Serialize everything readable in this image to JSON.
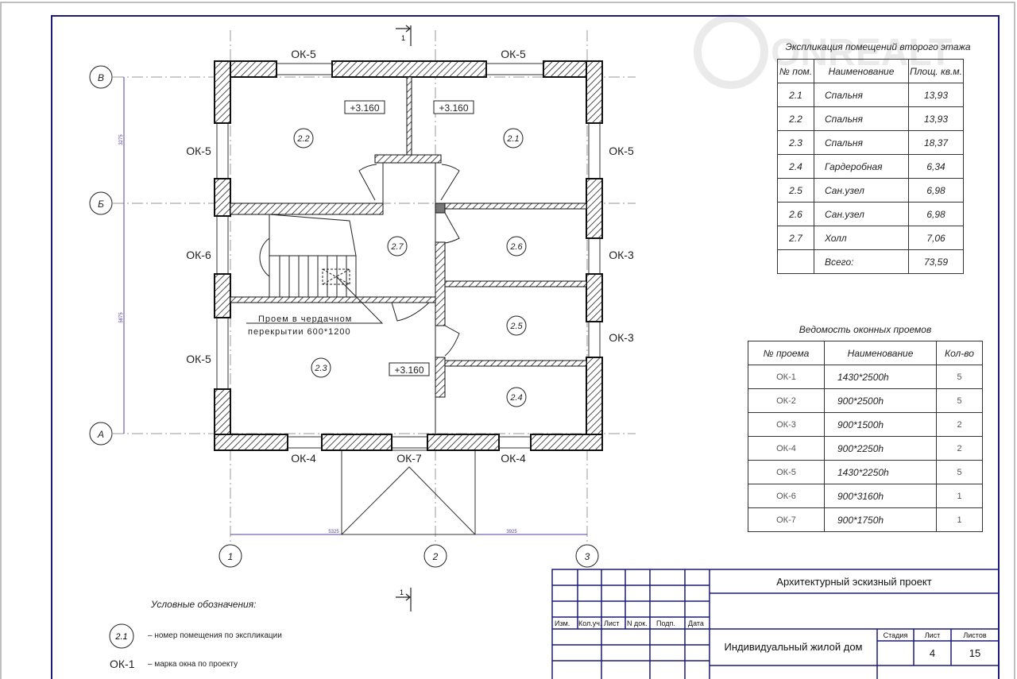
{
  "watermark": "ONREALT",
  "plan": {
    "axes_letters": [
      "В",
      "Б",
      "А"
    ],
    "axes_numbers": [
      "1",
      "2",
      "3"
    ],
    "dims_horizontal": [
      "5325",
      "3925"
    ],
    "dims_vertical": [
      "3275",
      "5875"
    ],
    "section_mark": "1",
    "window_labels": {
      "top_left": "ОК-5",
      "top_right": "ОК-5",
      "left_1": "ОК-5",
      "left_2": "ОК-6",
      "left_3": "ОК-5",
      "right_1": "ОК-5",
      "right_2": "ОК-3",
      "right_3": "ОК-3",
      "bottom_left": "ОК-4",
      "bottom_mid": "ОК-7",
      "bottom_right": "ОК-4"
    },
    "levels": [
      "+3.160",
      "+3.160",
      "+3.160"
    ],
    "rooms": [
      "2.1",
      "2.2",
      "2.3",
      "2.4",
      "2.5",
      "2.6",
      "2.7"
    ],
    "opening_note_1": "Проем в чердачном",
    "opening_note_2": "перекрытии 600*1200"
  },
  "rooms_table": {
    "title": "Экспликация помещений второго этажа",
    "headers": [
      "№ пом.",
      "Наименование",
      "Площ. кв.м."
    ],
    "rows": [
      [
        "2.1",
        "Спальня",
        "13,93"
      ],
      [
        "2.2",
        "Спальня",
        "13,93"
      ],
      [
        "2.3",
        "Спальня",
        "18,37"
      ],
      [
        "2.4",
        "Гардеробная",
        "6,34"
      ],
      [
        "2.5",
        "Сан.узел",
        "6,98"
      ],
      [
        "2.6",
        "Сан.узел",
        "6,98"
      ],
      [
        "2.7",
        "Холл",
        "7,06"
      ],
      [
        "",
        "Всего:",
        "73,59"
      ]
    ]
  },
  "windows_table": {
    "title": "Ведомость оконных проемов",
    "headers": [
      "№ проема",
      "Наименование",
      "Кол-во"
    ],
    "rows": [
      [
        "ОК-1",
        "1430*2500h",
        "5"
      ],
      [
        "ОК-2",
        "900*2500h",
        "5"
      ],
      [
        "ОК-3",
        "900*1500h",
        "2"
      ],
      [
        "ОК-4",
        "900*2250h",
        "2"
      ],
      [
        "ОК-5",
        "1430*2250h",
        "5"
      ],
      [
        "ОК-6",
        "900*3160h",
        "1"
      ],
      [
        "ОК-7",
        "900*1750h",
        "1"
      ]
    ]
  },
  "legend": {
    "title": "Условные обозначения:",
    "room_symbol": "2.1",
    "room_desc": "– номер помещения по экспликации",
    "window_symbol": "ОК-1",
    "window_desc": "– марка окна по проекту"
  },
  "title_block": {
    "col_headers": [
      "Изм.",
      "Кол.уч.",
      "Лист",
      "N док.",
      "Подп.",
      "Дата"
    ],
    "project": "Архитектурный эскизный проект",
    "object": "Индивидуальный жилой дом",
    "stage_label": "Стадия",
    "sheet_label": "Лист",
    "sheets_label": "Листов",
    "stage": "",
    "sheet": "4",
    "sheets": "15"
  },
  "colors": {
    "frame": "#1a1a7a",
    "dimension": "#5a3fa0",
    "wall": "#111111"
  }
}
